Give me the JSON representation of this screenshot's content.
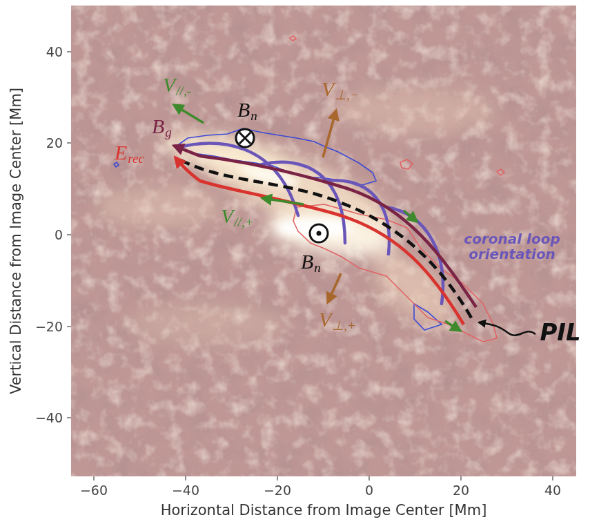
{
  "diagram": {
    "labels": [
      "40",
      "20",
      "0",
      "−20",
      "−40",
      "−60",
      "−40",
      "−20",
      "0",
      "20",
      "40",
      "Vertical Distance from Image Center [Mm]",
      "Horizontal Distance from Image Center [Mm]",
      "V",
      "//,-",
      "B",
      "g",
      "E",
      "rec",
      "B",
      "n",
      "V",
      "⊥,−",
      "V",
      "//,+",
      "B",
      "n",
      "V",
      "⊥,+",
      "coronal loop orientation",
      "PIL"
    ]
  }
}
